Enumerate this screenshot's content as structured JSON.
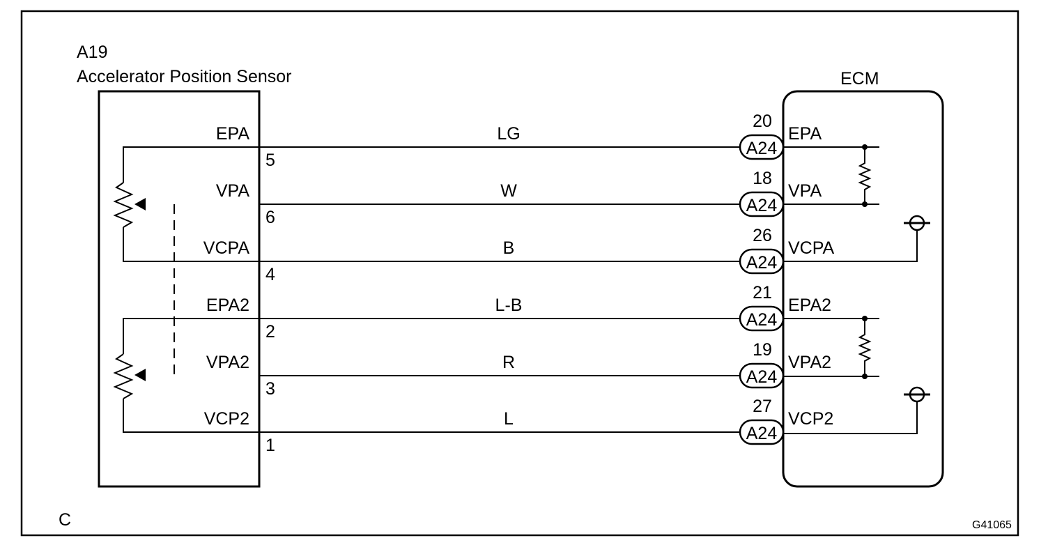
{
  "sensor": {
    "code": "A19",
    "name": "Accelerator Position Sensor"
  },
  "ecm": {
    "name": "ECM"
  },
  "connector_code": "A24",
  "circuits": [
    {
      "sensor_terminal": "EPA",
      "sensor_pin": "5",
      "wire_color": "LG",
      "ecm_pin": "20",
      "ecm_terminal": "EPA"
    },
    {
      "sensor_terminal": "VPA",
      "sensor_pin": "6",
      "wire_color": "W",
      "ecm_pin": "18",
      "ecm_terminal": "VPA"
    },
    {
      "sensor_terminal": "VCPA",
      "sensor_pin": "4",
      "wire_color": "B",
      "ecm_pin": "26",
      "ecm_terminal": "VCPA"
    },
    {
      "sensor_terminal": "EPA2",
      "sensor_pin": "2",
      "wire_color": "L-B",
      "ecm_pin": "21",
      "ecm_terminal": "EPA2"
    },
    {
      "sensor_terminal": "VPA2",
      "sensor_pin": "3",
      "wire_color": "R",
      "ecm_pin": "19",
      "ecm_terminal": "VPA2"
    },
    {
      "sensor_terminal": "VCP2",
      "sensor_pin": "1",
      "wire_color": "L",
      "ecm_pin": "27",
      "ecm_terminal": "VCP2"
    }
  ],
  "footer": {
    "letter": "C",
    "figure_code": "G41065"
  }
}
